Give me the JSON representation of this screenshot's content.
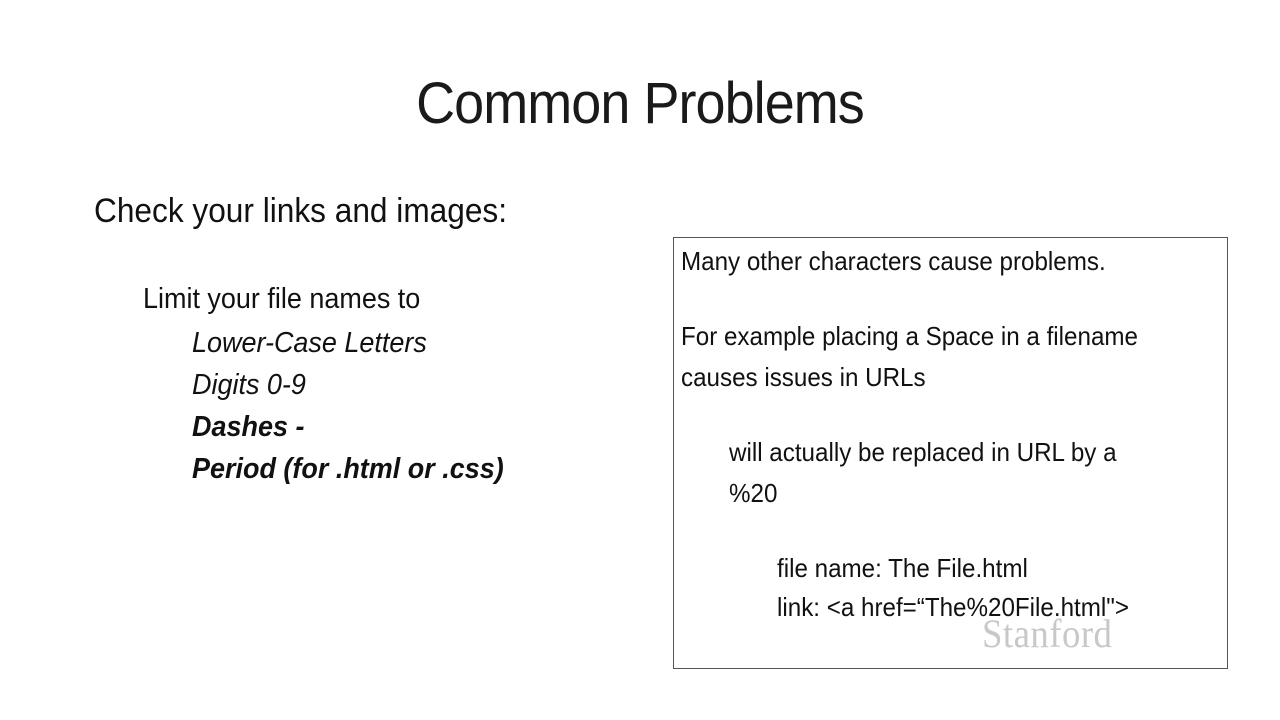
{
  "slide": {
    "title": "Common Problems"
  },
  "left": {
    "heading": "Check your links and images:",
    "limit_line": "Limit your file names to",
    "allowed": [
      {
        "text": "Lower-Case Letters",
        "bold": false
      },
      {
        "text": "Digits 0-9",
        "bold": false
      },
      {
        "text": "Dashes -",
        "bold": true
      },
      {
        "text": "Period (for .html or .css)",
        "bold": true
      }
    ]
  },
  "note_box": {
    "lines": [
      "Many other characters cause problems.",
      "For example placing a Space in a filename",
      "causes issues in URLs",
      "will actually be replaced in URL by a",
      "%20",
      "file name: The File.html",
      "link: <a href=“The%20File.html\">"
    ]
  },
  "watermark": {
    "text": "Stanford"
  }
}
